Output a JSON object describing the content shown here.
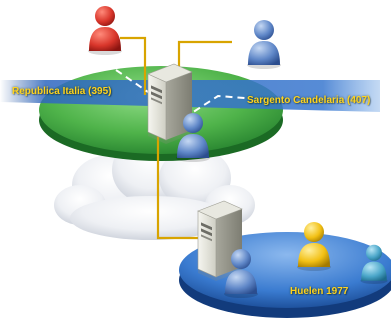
{
  "diagram": {
    "nodes": [
      {
        "label": "Republica Italia (395)"
      },
      {
        "label": "Sargento Candelaria (407)"
      },
      {
        "label": "Huelen 1977"
      }
    ],
    "icons": [
      "server-icon",
      "user-icon",
      "cloud-icon",
      "network-disc-icon"
    ],
    "colors": {
      "green_disc": "#4fb34a",
      "blue_disc": "#2f6fc2",
      "label_text": "#ffd21e",
      "connector": "#d8a400",
      "user_red": "#d9362b",
      "user_blue": "#5f87c8",
      "user_yellow": "#f2c014",
      "user_teal": "#4aa6c9"
    }
  }
}
